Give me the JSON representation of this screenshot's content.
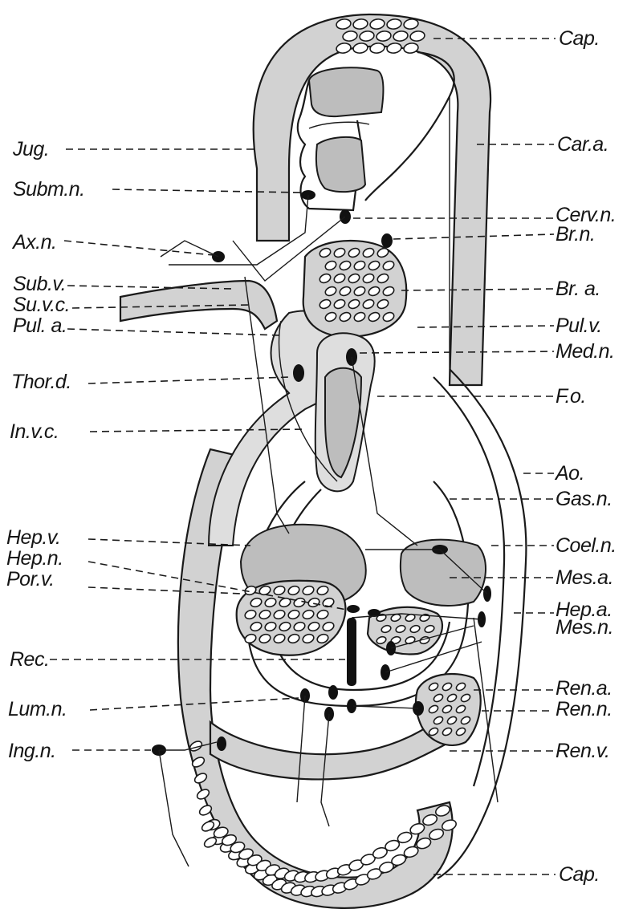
{
  "labels": {
    "left": {
      "jug": "Jug.",
      "subm_n": "Subm.n.",
      "ax_n": "Ax.n.",
      "sub_v": "Sub.v.",
      "su_v_c": "Su.v.c.",
      "pul_a": "Pul. a.",
      "thor_d": "Thor.d.",
      "in_v_c": "In.v.c.",
      "hep_v": "Hep.v.",
      "hep_n": "Hep.n.",
      "por_v": "Por.v.",
      "rec": "Rec.",
      "lum_n": "Lum.n.",
      "ing_n": "Ing.n."
    },
    "right": {
      "cap_top": "Cap.",
      "car_a": "Car.a.",
      "cerv_n": "Cerv.n.",
      "br_n": "Br.n.",
      "br_a": "Br. a.",
      "pul_v": "Pul.v.",
      "med_n": "Med.n.",
      "f_o": "F.o.",
      "ao": "Ao.",
      "gas_n": "Gas.n.",
      "coel_n": "Coel.n.",
      "mes_a": "Mes.a.",
      "hep_a": "Hep.a.",
      "mes_n": "Mes.n.",
      "ren_a": "Ren.a.",
      "ren_n": "Ren.n.",
      "ren_v": "Ren.v.",
      "cap_bottom": "Cap."
    }
  },
  "colors": {
    "ink": "#1a1a1a",
    "vessel_fill": "#d2d2d2",
    "organ_fill": "#bdbdbd",
    "paper": "#ffffff"
  }
}
